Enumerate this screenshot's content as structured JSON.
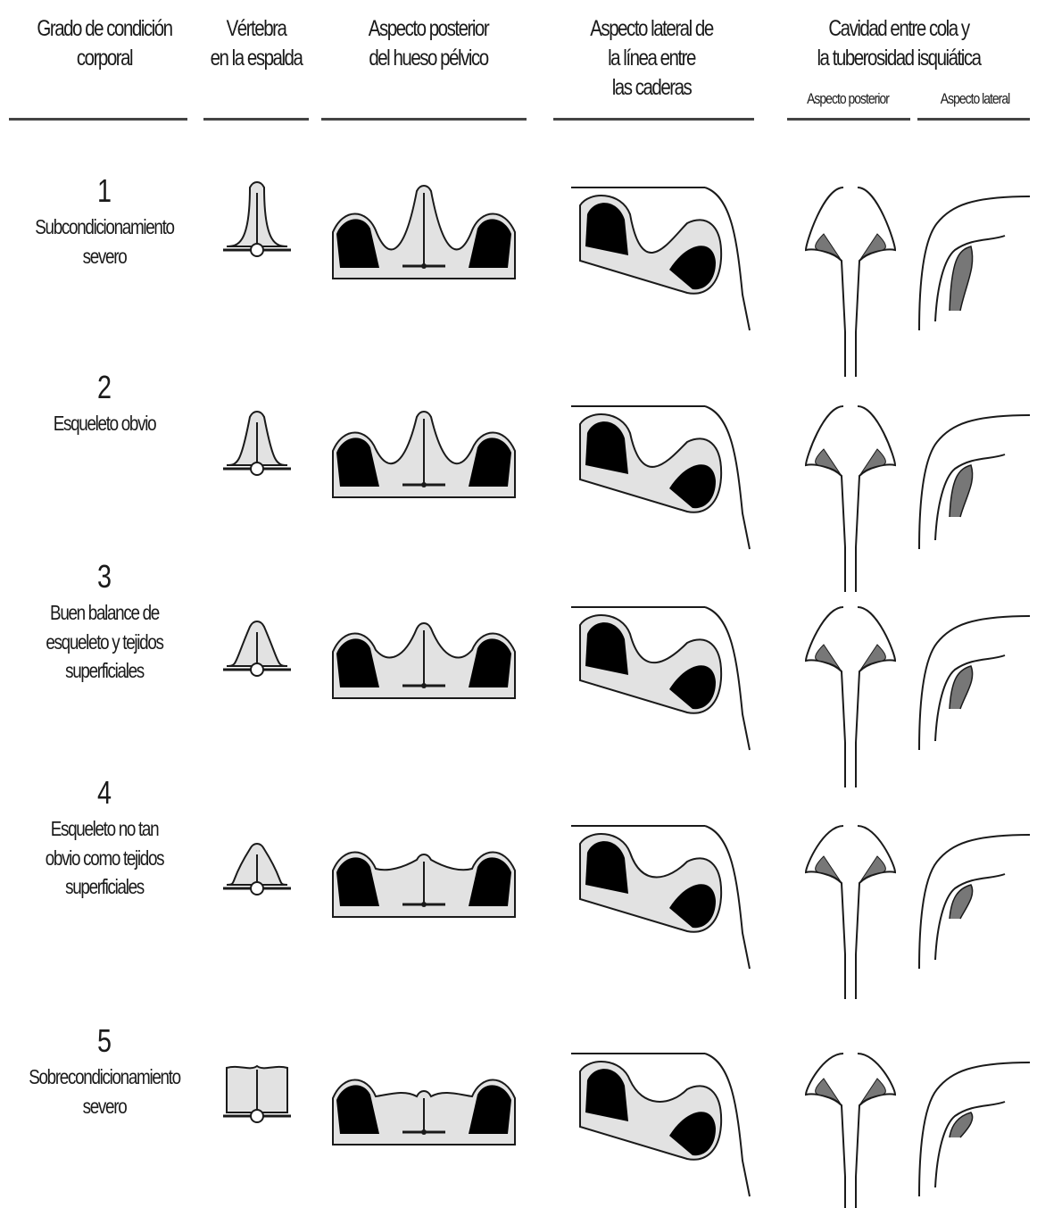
{
  "headers": {
    "grado": "Grado de condición\ncorporal",
    "vertebra": "Vértebra\nen la espalda",
    "pelvico": "Aspecto posterior\ndel hueso pélvico",
    "lateral": "Aspecto lateral de\nla línea entre\nlas caderas",
    "cavidad": "Cavidad entre cola y\nla tuberosidad isquiática",
    "posterior": "Aspecto posterior",
    "lateral_sub": "Aspecto lateral"
  },
  "scores": [
    {
      "num": "1",
      "desc": "Subcondicionamiento\nsevero",
      "level": 1
    },
    {
      "num": "2",
      "desc": "Esqueleto obvio",
      "level": 2
    },
    {
      "num": "3",
      "desc": "Buen balance de\nesqueleto y tejidos\nsuperficiales",
      "level": 3
    },
    {
      "num": "4",
      "desc": "Esqueleto no tan\nobvio como tejidos\nsuperficiales",
      "level": 4
    },
    {
      "num": "5",
      "desc": "Sobrecondicionamiento\nsevero",
      "level": 5
    }
  ],
  "colors": {
    "ink": "#1a1a1a",
    "fill": "#e2e2e2",
    "bone": "#000000",
    "shade": "#777777"
  }
}
